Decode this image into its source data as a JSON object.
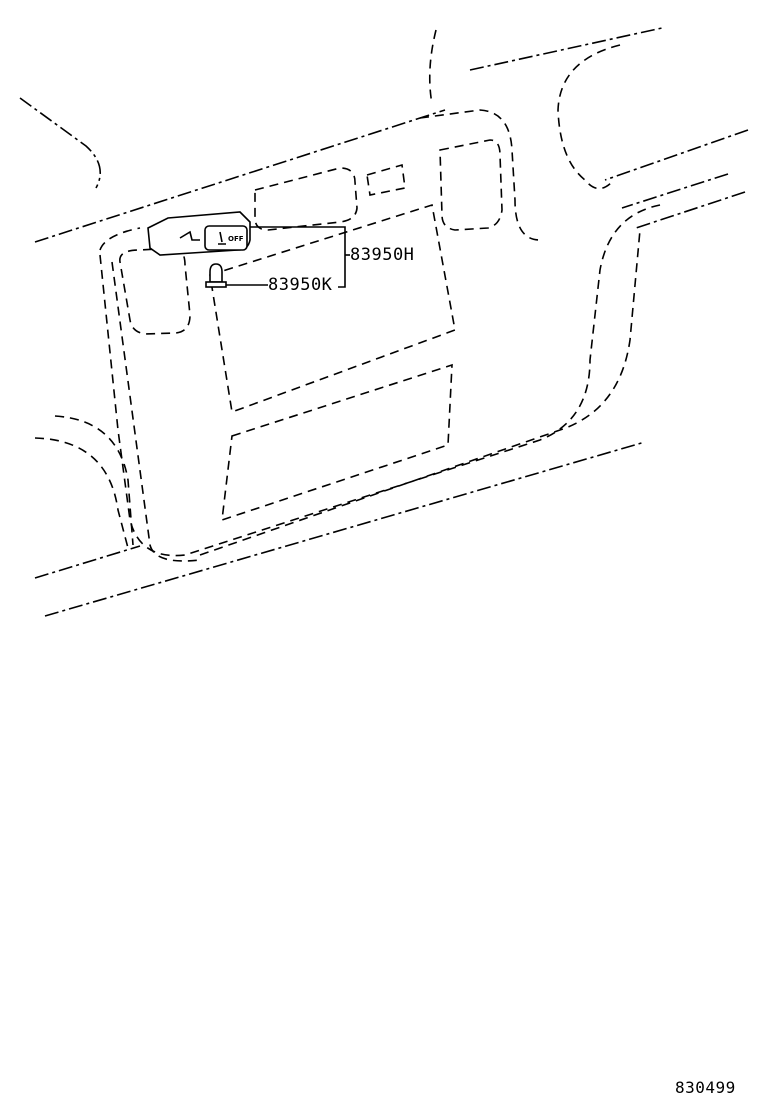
{
  "parts": [
    {
      "part_number": "83950H"
    },
    {
      "part_number": "83950K"
    }
  ],
  "illustration_id": "830499"
}
